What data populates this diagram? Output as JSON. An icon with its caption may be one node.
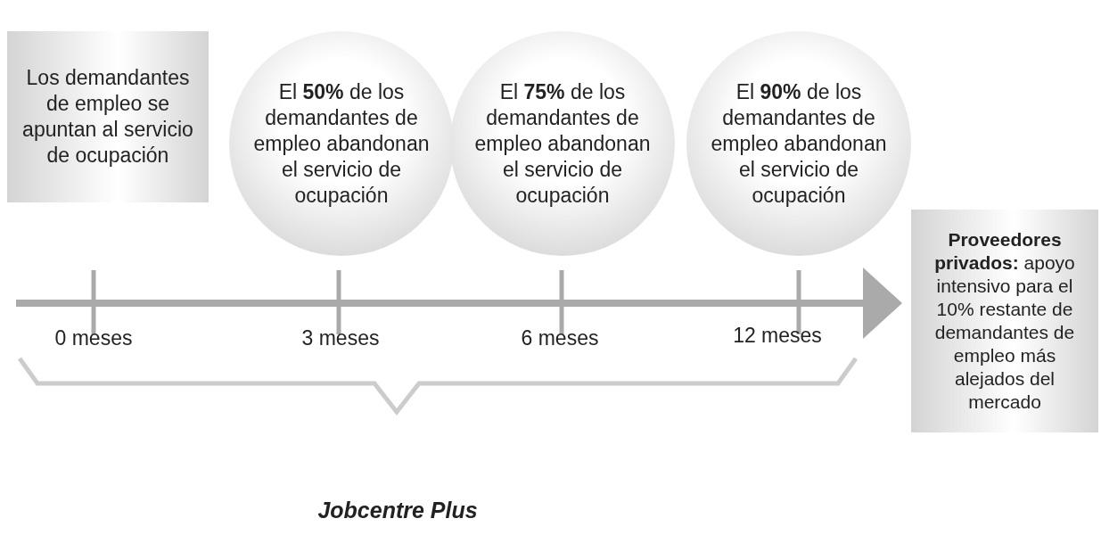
{
  "diagram": {
    "nodes": [
      {
        "text": [
          "Los demandantes de empleo se apuntan al servicio de ocupación"
        ]
      },
      {
        "text": [
          "El **50%** de los demandantes de empleo abandonan el servicio de ocupación"
        ]
      },
      {
        "text": [
          "El **75%** de los demandantes de empleo abandonan el servicio de ocupación"
        ]
      },
      {
        "text": [
          "El **90%** de los demandantes de empleo abandonan el servicio de ocupación"
        ]
      },
      {
        "text": [
          "**Proveedores privados:** apoyo intensivo para el 10% restante de demandantes de empleo más alejados del mercado"
        ]
      }
    ],
    "edges": [],
    "labels": [
      "0 meses",
      "3 meses",
      "6 meses",
      "12 meses",
      "Jobcentre Plus"
    ]
  }
}
